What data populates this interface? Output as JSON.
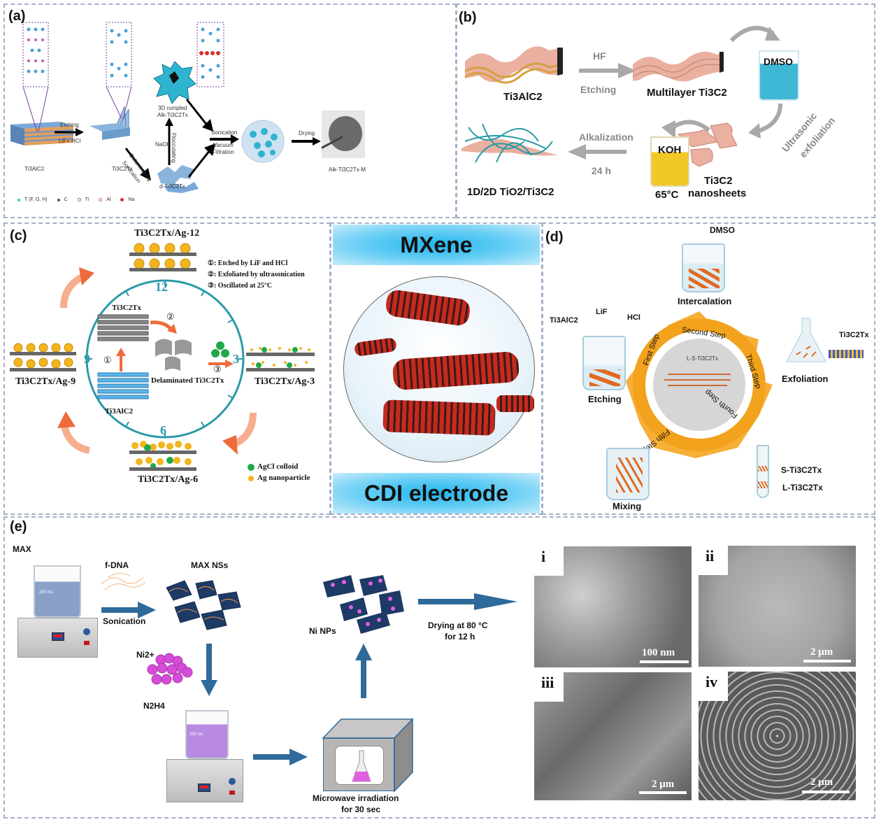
{
  "panels": {
    "a": {
      "label": "(a)",
      "nodes": {
        "ti3alc2": "Ti3AlC2",
        "ti3c2tx": "Ti3C2Tx",
        "rumpled_line1": "3D rumpled",
        "rumpled_line2": "Alk-Ti3C2Tx",
        "d_ti3c2tx": "d-Ti3C2Tx",
        "membrane": "Alk-Ti3C2Tx-M"
      },
      "arrows": {
        "etching_top": "Etching",
        "etching_bottom": "LiF+ HCl",
        "delaminating": "Delaminating",
        "sonication_diag": "Sonication",
        "naoh": "NaOH",
        "flocculating": "Flocculating",
        "sonication": "Sonication",
        "vacuum": "Vacuum",
        "filtration": "Filtration",
        "drying": "Drying"
      },
      "legend": [
        {
          "label": "T (F, O, H)",
          "color": "#3fc1c9"
        },
        {
          "label": "C",
          "color": "#7a4a2a"
        },
        {
          "label": "Ti",
          "color": "#3a8fd0"
        },
        {
          "label": "Al",
          "color": "#c75aa8"
        },
        {
          "label": "Na",
          "color": "#d8322a"
        }
      ]
    },
    "b": {
      "label": "(b)",
      "ti3alc2": "Ti3AlC2",
      "hf": "HF",
      "etching": "Etching",
      "multilayer": "Multilayer Ti3C2",
      "dmso": "DMSO",
      "ultrasonic_1": "Ultrasonic",
      "ultrasonic_2": "exfoliation",
      "nanosheets_1": "Ti3C2",
      "nanosheets_2": "nanosheets",
      "koh": "KOH",
      "temp": "65°C",
      "alkalization": "Alkalization",
      "time": "24 h",
      "product": "1D/2D TiO2/Ti3C2"
    },
    "c": {
      "label": "(c)",
      "ag12": "Ti3C2Tx/Ag-12",
      "ag3": "Ti3C2Tx/Ag-3",
      "ag6": "Ti3C2Tx/Ag-6",
      "ag9": "Ti3C2Tx/Ag-9",
      "clock": [
        "12",
        "3",
        "6",
        "9"
      ],
      "steps": [
        "①: Etched by LiF and HCl",
        "②: Exfoliated by ultrasonication",
        "③: Oscillated at 25°C"
      ],
      "inner": {
        "ti3c2tx": "Ti3C2Tx",
        "ti3alc2": "Ti3AlC2",
        "delaminated": "Delaminated Ti3C2Tx",
        "n1": "①",
        "n2": "②",
        "n3": "③"
      },
      "legend": [
        {
          "label": "AgCl colloid",
          "color": "#1fa84a"
        },
        {
          "label": "Ag nanoparticle",
          "color": "#f2b51c"
        }
      ]
    },
    "mxene": {
      "top": "MXene",
      "bottom": "CDI electrode"
    },
    "d": {
      "label": "(d)",
      "dmso": "DMSO",
      "intercalation": "Intercalation",
      "ti3alc2": "Ti3AlC2",
      "lif": "LiF",
      "hcl": "HCl",
      "etching": "Etching",
      "ti3c2tx": "Ti3C2Tx",
      "exfoliation": "Exfoliation",
      "mixing": "Mixing",
      "s_ti3c2tx": "S-Ti3C2Tx",
      "l_ti3c2tx": "L-Ti3C2Tx",
      "ring": [
        "First Step",
        "Second Step",
        "Third Step",
        "Fourth Step",
        "Fifth Step"
      ],
      "center": "L-S-Ti3C2Tx"
    },
    "e": {
      "label": "(e)",
      "max": "MAX",
      "fdna": "f-DNA",
      "sonication": "Sonication",
      "max_nss": "MAX NSs",
      "ni2": "Ni2+",
      "n2h4": "N2H4",
      "ni_nps": "Ni NPs",
      "microwave_1": "Microwave irradiation",
      "microwave_2": "for 30 sec",
      "drying_1": "Drying at 80 °C",
      "drying_2": "for 12 h",
      "beaker_label": "250 mL",
      "sem": [
        {
          "label": "i",
          "scale": "100 nm"
        },
        {
          "label": "ii",
          "scale": "2 μm"
        },
        {
          "label": "iii",
          "scale": "2 μm"
        },
        {
          "label": "iv",
          "scale": "2 μm"
        }
      ]
    }
  },
  "colors": {
    "border": "#a4b0c8",
    "arrow_blue": "#2e6a9a",
    "arrow_gray": "#a9a9a9",
    "arrow_orange": "#ee6a3a",
    "clock_teal": "#2a9aa8",
    "banner": "#1fb6ee"
  }
}
